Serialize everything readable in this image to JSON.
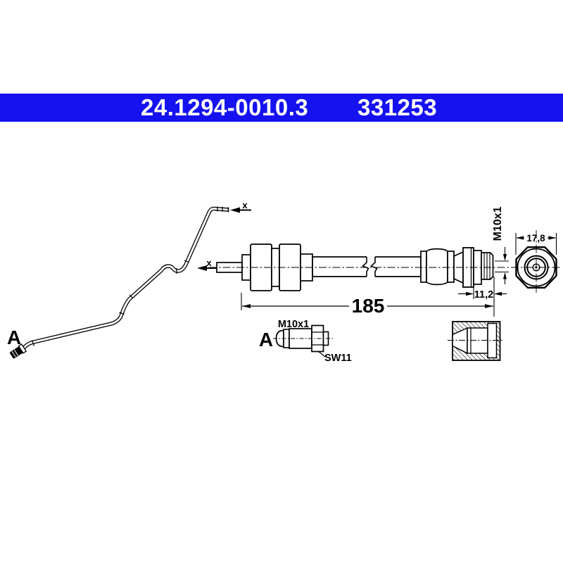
{
  "header": {
    "part_number": "24.1294-0010.3",
    "reference_number": "331253",
    "background_color": "#1511ef",
    "text_color": "#ffffff"
  },
  "drawing": {
    "line_color": "#000000",
    "view_arrows": {
      "top_pipe_end": "x",
      "hose_pipe_end": "x"
    },
    "pipe_end_label": "A",
    "side_view": {
      "thread_label": "M10x1",
      "thread_length_dim": "11,2",
      "hose_length_dim": "185"
    },
    "end_view": {
      "width_dim": "17,8"
    },
    "detail": {
      "label": "A",
      "thread_label": "M10x1",
      "wrench_size_label": "SW11"
    }
  }
}
